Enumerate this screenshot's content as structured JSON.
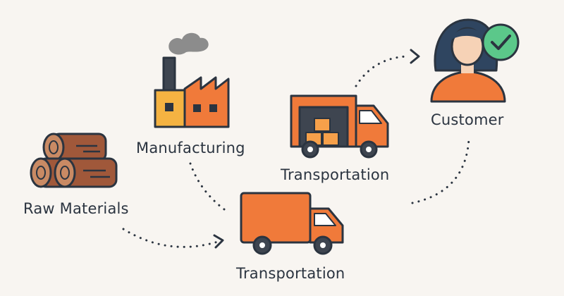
{
  "nodes": {
    "raw_materials": {
      "label": "Raw Materials",
      "icon": "logs-icon"
    },
    "manufacturing": {
      "label": "Manufacturing",
      "icon": "factory-icon"
    },
    "transportation_warehouse": {
      "label": "Transportation",
      "icon": "warehouse-truck-icon"
    },
    "transportation_truck": {
      "label": "Transportation",
      "icon": "delivery-truck-icon"
    },
    "customer": {
      "label": "Customer",
      "icon": "customer-check-icon"
    }
  },
  "colors": {
    "background": "#f8f5f1",
    "outline": "#2b3440",
    "wood": "#a0583a",
    "wood_end": "#c98a64",
    "orange": "#f07a3a",
    "orange_light": "#f6a04a",
    "yellow": "#f5b342",
    "smoke": "#8c8c8c",
    "check_green": "#5bc88a",
    "hair": "#2f4560",
    "skin": "#f6d2b6",
    "shirt": "#f07a3a"
  }
}
